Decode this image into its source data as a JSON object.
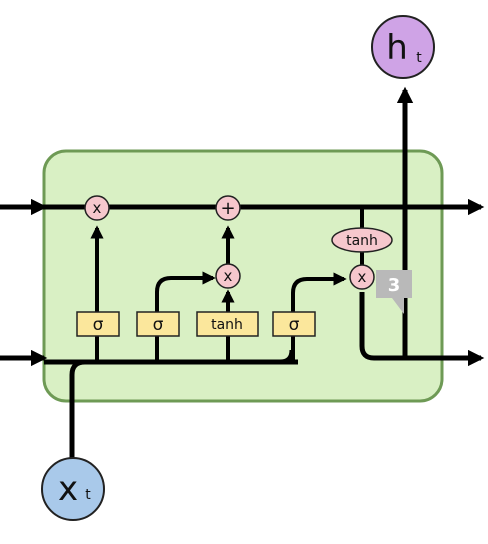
{
  "nodes": {
    "output": {
      "main": "h",
      "sub": "t"
    },
    "input": {
      "main": "x",
      "sub": "t"
    }
  },
  "ops": {
    "mult": "x",
    "add": "+"
  },
  "gates": [
    {
      "label": "σ"
    },
    {
      "label": "σ"
    },
    {
      "label": "tanh"
    },
    {
      "label": "σ"
    }
  ],
  "cell_tanh": "tanh",
  "badge": {
    "text": "3"
  },
  "colors": {
    "cell_fill": "#d9f0c4",
    "cell_border": "#6e9a55",
    "gate_fill": "#fbe79c",
    "op_fill": "#f6c7cd",
    "output_fill": "#cfa3e6",
    "input_fill": "#a9c9ea",
    "badge_fill": "#b9b9b9"
  }
}
